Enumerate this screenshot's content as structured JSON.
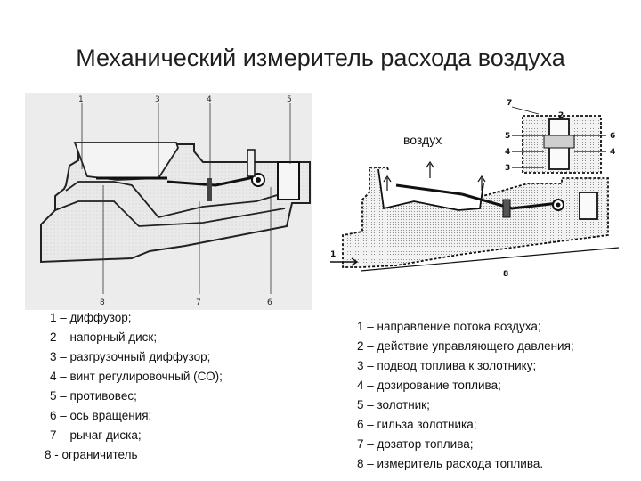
{
  "title": "Механический измеритель расхода воздуха",
  "left_figure": {
    "callouts_top": [
      "1",
      "3",
      "4",
      "5"
    ],
    "callouts_bottom": [
      "8",
      "7",
      "6"
    ]
  },
  "right_figure": {
    "air_label": "воздух",
    "callouts": [
      "7",
      "2",
      "5",
      "4",
      "3",
      "6",
      "4",
      "1",
      "8"
    ]
  },
  "legend_left": [
    "1 – диффузор;",
    "2 – напорный диск;",
    "3 – разгрузочный диффузор;",
    "4 – винт регулировочный (СО);",
    "5 – противовес;",
    "6 – ось вращения;",
    "7 – рычаг диска;",
    "8 - ограничитель"
  ],
  "legend_right": [
    "1 – направление потока воздуха;",
    "2 – действие управляющего давления;",
    "3 – подвод топлива к золотнику;",
    "4 – дозирование топлива;",
    "5 – золотник;",
    "6 – гильза золотника;",
    "7 – дозатор топлива;",
    "8 – измеритель расхода топлива."
  ]
}
